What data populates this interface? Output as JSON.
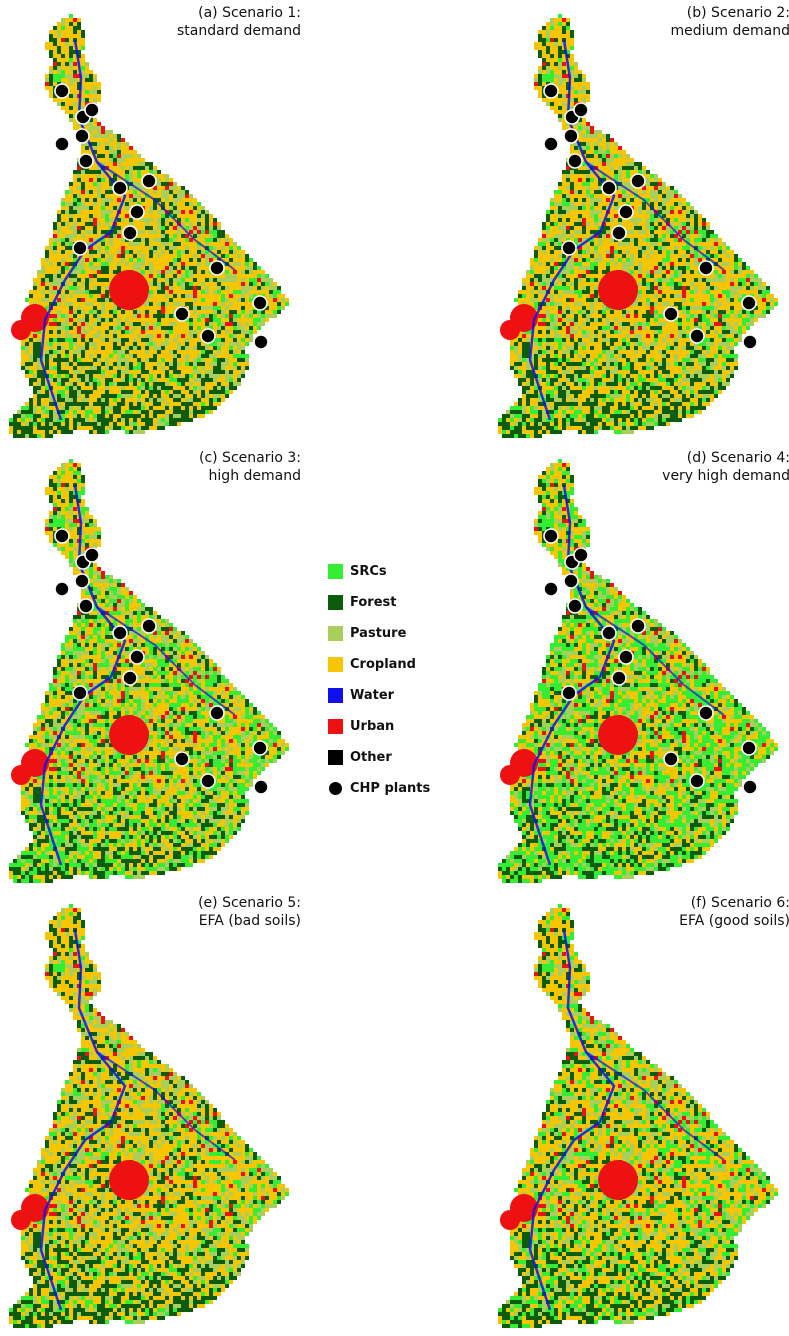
{
  "colors": {
    "srcs": "#33ee33",
    "forest": "#0b5d0b",
    "pasture": "#a8cf5b",
    "cropland": "#f7c600",
    "water": "#1010ee",
    "urban": "#ee1111",
    "other": "#000000",
    "chp": "#000000"
  },
  "panels": [
    {
      "label_line1": "(a) Scenario 1:",
      "label_line2": "standard demand",
      "src_density": 0.06,
      "show_chp": true
    },
    {
      "label_line1": "(b) Scenario 2:",
      "label_line2": "medium demand",
      "src_density": 0.1,
      "show_chp": true
    },
    {
      "label_line1": "(c) Scenario 3:",
      "label_line2": "high demand",
      "src_density": 0.24,
      "show_chp": true
    },
    {
      "label_line1": "(d) Scenario 4:",
      "label_line2": "very high demand",
      "src_density": 0.34,
      "show_chp": true
    },
    {
      "label_line1": "(e) Scenario 5:",
      "label_line2": "EFA (bad soils)",
      "src_density": 0.08,
      "show_chp": false
    },
    {
      "label_line1": "(f) Scenario 6:",
      "label_line2": "EFA (good soils)",
      "src_density": 0.16,
      "show_chp": false
    }
  ],
  "legend": [
    {
      "key": "srcs",
      "label": "SRCs",
      "shape": "square"
    },
    {
      "key": "forest",
      "label": "Forest",
      "shape": "square"
    },
    {
      "key": "pasture",
      "label": "Pasture",
      "shape": "square"
    },
    {
      "key": "cropland",
      "label": "Cropland",
      "shape": "square"
    },
    {
      "key": "water",
      "label": "Water",
      "shape": "square"
    },
    {
      "key": "urban",
      "label": "Urban",
      "shape": "square"
    },
    {
      "key": "other",
      "label": "Other",
      "shape": "square"
    },
    {
      "key": "chp",
      "label": "CHP plants",
      "shape": "circle"
    }
  ]
}
